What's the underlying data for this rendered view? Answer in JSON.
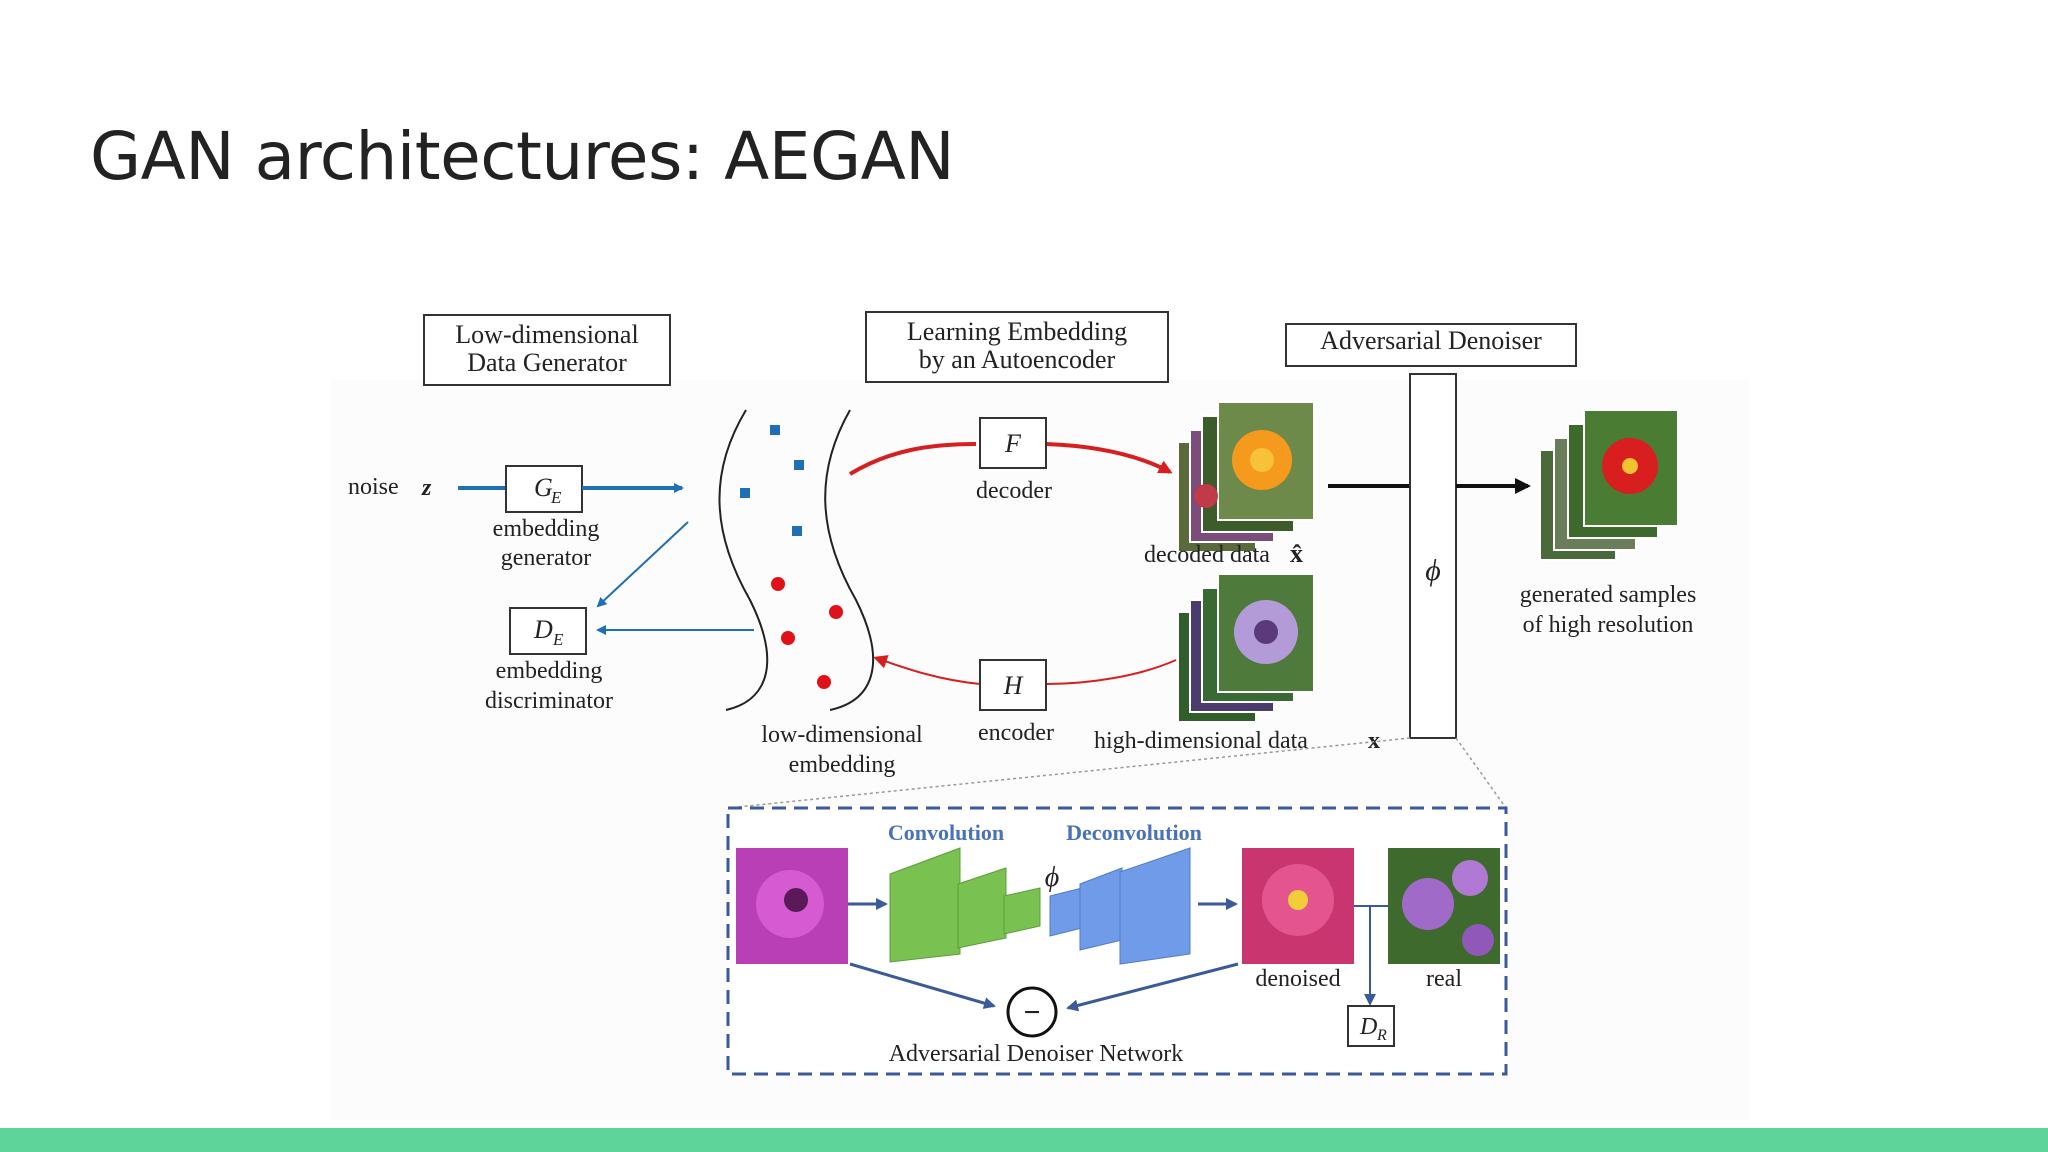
{
  "slide": {
    "title": "GAN architectures: AEGAN",
    "accent_bar_color": "#5fd49a"
  },
  "diagram": {
    "section_headers": {
      "generator": [
        "Low-dimensional",
        "Data Generator"
      ],
      "autoencoder": [
        "Learning Embedding",
        "by an Autoencoder"
      ],
      "denoiser": "Adversarial Denoiser"
    },
    "noise": {
      "label": "noise",
      "symbol": "z"
    },
    "embedding_generator": {
      "symbol": "G",
      "sub": "E",
      "label": [
        "embedding",
        "generator"
      ]
    },
    "embedding_discriminator": {
      "symbol": "D",
      "sub": "E",
      "label": [
        "embedding",
        "discriminator"
      ]
    },
    "embedding_space": {
      "label": [
        "low-dimensional",
        "embedding"
      ]
    },
    "decoder": {
      "symbol": "F",
      "label": "decoder"
    },
    "encoder": {
      "symbol": "H",
      "label": "encoder"
    },
    "decoded_data": {
      "label": "decoded data",
      "symbol": "x̂"
    },
    "high_dim_data": {
      "label": "high-dimensional data",
      "symbol": "x"
    },
    "denoiser_block": {
      "symbol": "ϕ"
    },
    "generated_samples": {
      "label": [
        "generated samples",
        "of high resolution"
      ]
    },
    "denoiser_network": {
      "convolution_label": "Convolution",
      "deconvolution_label": "Deconvolution",
      "phi_symbol": "ϕ",
      "denoised_label": "denoised",
      "real_label": "real",
      "minus_symbol": "−",
      "discriminator_symbol": "D",
      "discriminator_sub": "R",
      "title": "Adversarial Denoiser Network"
    },
    "colors": {
      "blue_arrow": "#1f6fb5",
      "red_arrow": "#d62020",
      "conv_green": "#79c150",
      "deconv_blue": "#6f9be8",
      "dashed_border": "#3b5a9a",
      "network_arrow": "#3b5a9a"
    }
  }
}
